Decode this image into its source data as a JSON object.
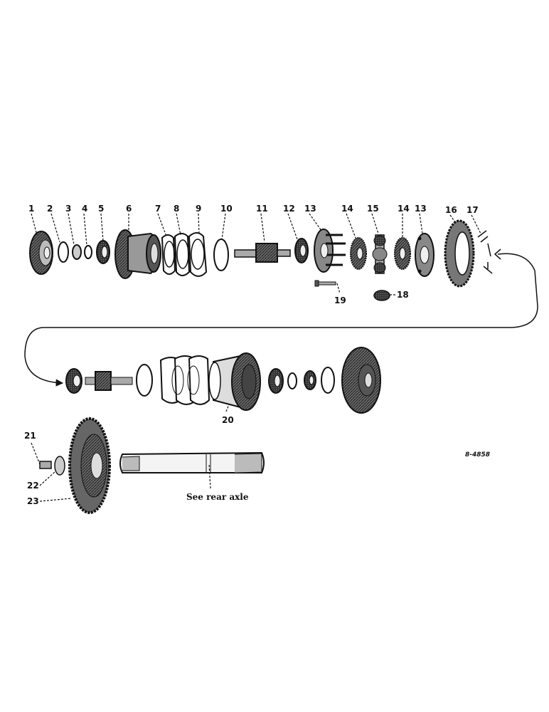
{
  "callouts": [
    {
      "id": "1",
      "label": "1"
    },
    {
      "id": "2",
      "label": "2"
    },
    {
      "id": "3",
      "label": "3"
    },
    {
      "id": "4",
      "label": "4"
    },
    {
      "id": "5",
      "label": "5"
    },
    {
      "id": "6",
      "label": "6"
    },
    {
      "id": "7",
      "label": "7"
    },
    {
      "id": "8",
      "label": "8"
    },
    {
      "id": "9",
      "label": "9"
    },
    {
      "id": "10",
      "label": "10"
    },
    {
      "id": "11",
      "label": "11"
    },
    {
      "id": "12",
      "label": "12"
    },
    {
      "id": "13a",
      "label": "13"
    },
    {
      "id": "14a",
      "label": "14"
    },
    {
      "id": "15",
      "label": "15"
    },
    {
      "id": "14b",
      "label": "14"
    },
    {
      "id": "13b",
      "label": "13"
    },
    {
      "id": "16",
      "label": "16"
    },
    {
      "id": "17",
      "label": "17"
    },
    {
      "id": "18",
      "label": "18"
    },
    {
      "id": "19",
      "label": "19"
    },
    {
      "id": "20",
      "label": "20"
    },
    {
      "id": "21",
      "label": "21"
    },
    {
      "id": "22",
      "label": "22"
    },
    {
      "id": "23",
      "label": "23"
    }
  ],
  "rear_axle_note": "See rear axle",
  "drawing_code": "8-4858"
}
